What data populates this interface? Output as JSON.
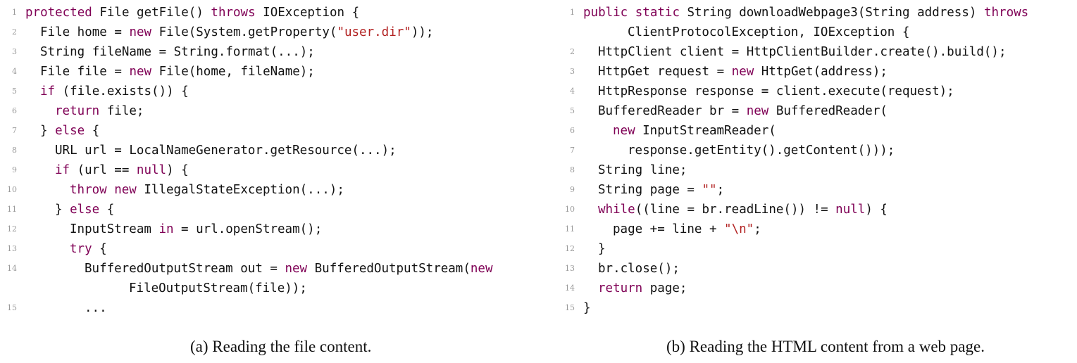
{
  "panel_a": {
    "lines": [
      {
        "n": "1",
        "indent": 0,
        "segments": [
          {
            "t": "protected",
            "c": "kw"
          },
          {
            "t": " File getFile() "
          },
          {
            "t": "throws",
            "c": "kw"
          },
          {
            "t": " IOException {"
          }
        ]
      },
      {
        "n": "2",
        "indent": 1,
        "segments": [
          {
            "t": "File home = "
          },
          {
            "t": "new",
            "c": "kw"
          },
          {
            "t": " File(System.getProperty("
          },
          {
            "t": "\"user.dir\"",
            "c": "str"
          },
          {
            "t": "));"
          }
        ]
      },
      {
        "n": "3",
        "indent": 1,
        "segments": [
          {
            "t": "String fileName = String.format(...);"
          }
        ]
      },
      {
        "n": "4",
        "indent": 1,
        "segments": [
          {
            "t": "File file = "
          },
          {
            "t": "new",
            "c": "kw"
          },
          {
            "t": " File(home, fileName);"
          }
        ]
      },
      {
        "n": "5",
        "indent": 1,
        "segments": [
          {
            "t": "if",
            "c": "kw"
          },
          {
            "t": " (file.exists()) {"
          }
        ]
      },
      {
        "n": "6",
        "indent": 2,
        "segments": [
          {
            "t": "return",
            "c": "kw"
          },
          {
            "t": " file;"
          }
        ]
      },
      {
        "n": "7",
        "indent": 1,
        "segments": [
          {
            "t": "} "
          },
          {
            "t": "else",
            "c": "kw"
          },
          {
            "t": " {"
          }
        ]
      },
      {
        "n": "8",
        "indent": 2,
        "segments": [
          {
            "t": "URL url = LocalNameGenerator.getResource(...);"
          }
        ]
      },
      {
        "n": "9",
        "indent": 2,
        "segments": [
          {
            "t": "if",
            "c": "kw"
          },
          {
            "t": " (url == "
          },
          {
            "t": "null",
            "c": "kw"
          },
          {
            "t": ") {"
          }
        ]
      },
      {
        "n": "10",
        "indent": 3,
        "segments": [
          {
            "t": "throw",
            "c": "kw"
          },
          {
            "t": " "
          },
          {
            "t": "new",
            "c": "kw"
          },
          {
            "t": " IllegalStateException(...);"
          }
        ]
      },
      {
        "n": "11",
        "indent": 2,
        "segments": [
          {
            "t": "} "
          },
          {
            "t": "else",
            "c": "kw"
          },
          {
            "t": " {"
          }
        ]
      },
      {
        "n": "12",
        "indent": 3,
        "segments": [
          {
            "t": "InputStream "
          },
          {
            "t": "in",
            "c": "kw"
          },
          {
            "t": " = url.openStream();"
          }
        ]
      },
      {
        "n": "13",
        "indent": 3,
        "segments": [
          {
            "t": "try",
            "c": "kw"
          },
          {
            "t": " {"
          }
        ]
      },
      {
        "n": "14",
        "indent": 4,
        "segments": [
          {
            "t": "BufferedOutputStream out = "
          },
          {
            "t": "new",
            "c": "kw"
          },
          {
            "t": " BufferedOutputStream("
          },
          {
            "t": "new",
            "c": "kw"
          }
        ]
      },
      {
        "n": "",
        "indent": 7,
        "segments": [
          {
            "t": "FileOutputStream(file));"
          }
        ]
      },
      {
        "n": "15",
        "indent": 4,
        "segments": [
          {
            "t": "..."
          }
        ]
      }
    ],
    "caption": "(a)  Reading the file content."
  },
  "panel_b": {
    "lines": [
      {
        "n": "1",
        "indent": 0,
        "segments": [
          {
            "t": "public",
            "c": "kw"
          },
          {
            "t": " "
          },
          {
            "t": "static",
            "c": "kw"
          },
          {
            "t": " String downloadWebpage3(String address) "
          },
          {
            "t": "throws",
            "c": "kw"
          }
        ]
      },
      {
        "n": "",
        "indent": 3,
        "segments": [
          {
            "t": "ClientProtocolException, IOException {"
          }
        ]
      },
      {
        "n": "2",
        "indent": 1,
        "segments": [
          {
            "t": "HttpClient client = HttpClientBuilder.create().build();"
          }
        ]
      },
      {
        "n": "3",
        "indent": 1,
        "segments": [
          {
            "t": "HttpGet request = "
          },
          {
            "t": "new",
            "c": "kw"
          },
          {
            "t": " HttpGet(address);"
          }
        ]
      },
      {
        "n": "4",
        "indent": 1,
        "segments": [
          {
            "t": "HttpResponse response = client.execute(request);"
          }
        ]
      },
      {
        "n": "5",
        "indent": 1,
        "segments": [
          {
            "t": "BufferedReader br = "
          },
          {
            "t": "new",
            "c": "kw"
          },
          {
            "t": " BufferedReader("
          }
        ]
      },
      {
        "n": "6",
        "indent": 2,
        "segments": [
          {
            "t": "new",
            "c": "kw"
          },
          {
            "t": " InputStreamReader("
          }
        ]
      },
      {
        "n": "7",
        "indent": 3,
        "segments": [
          {
            "t": "response.getEntity().getContent()));"
          }
        ]
      },
      {
        "n": "8",
        "indent": 1,
        "segments": [
          {
            "t": "String line;"
          }
        ]
      },
      {
        "n": "9",
        "indent": 1,
        "segments": [
          {
            "t": "String page = "
          },
          {
            "t": "\"\"",
            "c": "str"
          },
          {
            "t": ";"
          }
        ]
      },
      {
        "n": "10",
        "indent": 1,
        "segments": [
          {
            "t": "while",
            "c": "kw"
          },
          {
            "t": "((line = br.readLine()) != "
          },
          {
            "t": "null",
            "c": "kw"
          },
          {
            "t": ") {"
          }
        ]
      },
      {
        "n": "11",
        "indent": 2,
        "segments": [
          {
            "t": "page += line + "
          },
          {
            "t": "\"\\n\"",
            "c": "str"
          },
          {
            "t": ";"
          }
        ]
      },
      {
        "n": "12",
        "indent": 1,
        "segments": [
          {
            "t": "}"
          }
        ]
      },
      {
        "n": "13",
        "indent": 1,
        "segments": [
          {
            "t": "br.close();"
          }
        ]
      },
      {
        "n": "14",
        "indent": 1,
        "segments": [
          {
            "t": "return",
            "c": "kw"
          },
          {
            "t": " page;"
          }
        ]
      },
      {
        "n": "15",
        "indent": 0,
        "segments": [
          {
            "t": "}"
          }
        ]
      }
    ],
    "caption": "(b)  Reading the HTML content from a web page."
  },
  "colors": {
    "keyword": "#7f0055",
    "string": "#b22222",
    "text": "#111111",
    "line_number": "#9a9a9a"
  }
}
